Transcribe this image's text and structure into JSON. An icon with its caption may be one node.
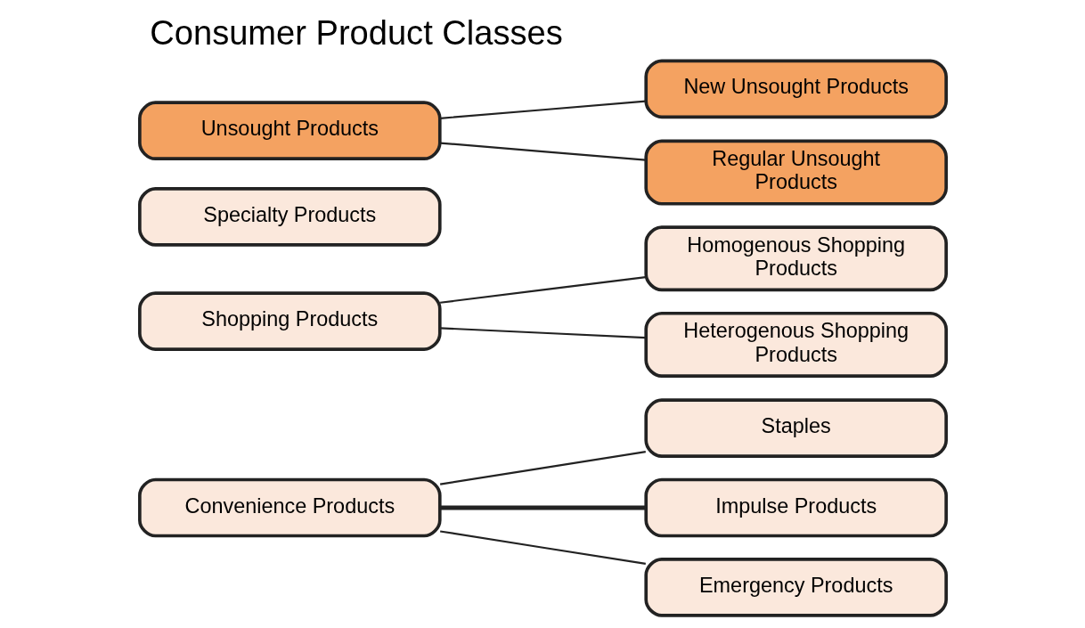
{
  "diagram": {
    "title": "Consumer Product Classes",
    "nodes": [
      {
        "text": [
          "Convenience Products"
        ]
      },
      {
        "text": [
          "Staples"
        ]
      },
      {
        "text": [
          "Impulse Products"
        ]
      },
      {
        "text": [
          "Emergency Products"
        ]
      },
      {
        "text": [
          "Shopping Products"
        ]
      },
      {
        "text": [
          "Homogenous Shopping Products"
        ]
      },
      {
        "text": [
          "Heterogenous Shopping Products"
        ]
      },
      {
        "text": [
          "Specialty Products"
        ]
      },
      {
        "text": [
          "Unsought Products"
        ]
      },
      {
        "text": [
          "New Unsought Products"
        ]
      },
      {
        "text": [
          "Regular Unsought Products"
        ]
      }
    ],
    "edges": [
      {
        "from": 0,
        "to": 1,
        "arrow": "none"
      },
      {
        "from": 0,
        "to": 2,
        "arrow": "none",
        "style": "thick"
      },
      {
        "from": 0,
        "to": 3,
        "arrow": "none"
      },
      {
        "from": 4,
        "to": 5,
        "arrow": "none"
      },
      {
        "from": 4,
        "to": 6,
        "arrow": "none"
      },
      {
        "from": 8,
        "to": 9,
        "arrow": "none"
      },
      {
        "from": 8,
        "to": 10,
        "arrow": "none"
      }
    ]
  }
}
